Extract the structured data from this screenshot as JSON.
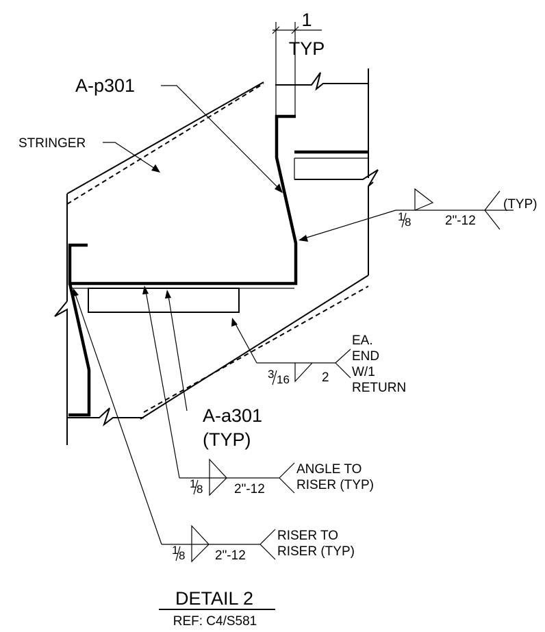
{
  "dimension": {
    "value": "1",
    "note": "TYP"
  },
  "labels": {
    "plate_callout": "A-p301",
    "stringer": "STRINGER",
    "angle_callout": "A-a301",
    "angle_callout_note": "(TYP)"
  },
  "welds": {
    "w1": {
      "size_num": "1",
      "size_den": "8",
      "length_pitch": "2\"-12",
      "tail": "(TYP)"
    },
    "w2": {
      "size_num": "3",
      "size_den": "16",
      "length": "2",
      "tail_lines": [
        "EA.",
        "END",
        "W/1",
        "RETURN"
      ]
    },
    "w3": {
      "size_num": "1",
      "size_den": "8",
      "length_pitch": "2\"-12",
      "tail_lines": [
        "ANGLE TO",
        "RISER (TYP)"
      ]
    },
    "w4": {
      "size_num": "1",
      "size_den": "8",
      "length_pitch": "2\"-12",
      "tail_lines": [
        "RISER TO",
        "RISER (TYP)"
      ]
    }
  },
  "title": {
    "heading": "DETAIL 2",
    "reference": "REF: C4/S581"
  }
}
